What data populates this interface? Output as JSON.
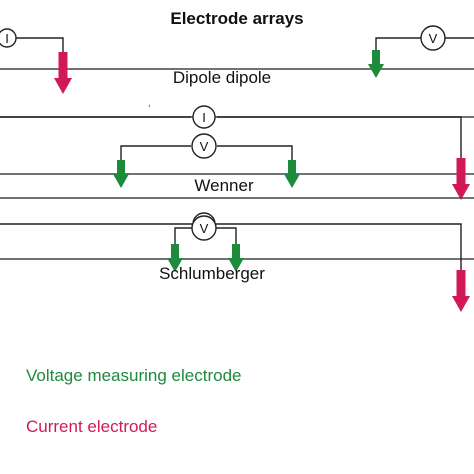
{
  "title": "Electrode arrays",
  "meters": {
    "current": "I",
    "voltage": "V"
  },
  "arrays": [
    {
      "label": "Dipole dipole"
    },
    {
      "label": "Wenner"
    },
    {
      "label": "Schlumberger"
    }
  ],
  "legend": {
    "voltage_label": "Voltage measuring electrode",
    "current_label": "Current electrode"
  },
  "colors": {
    "voltage_electrode": "#1e8a3c",
    "current_electrode": "#d11a55",
    "ground_line": "#444444"
  }
}
